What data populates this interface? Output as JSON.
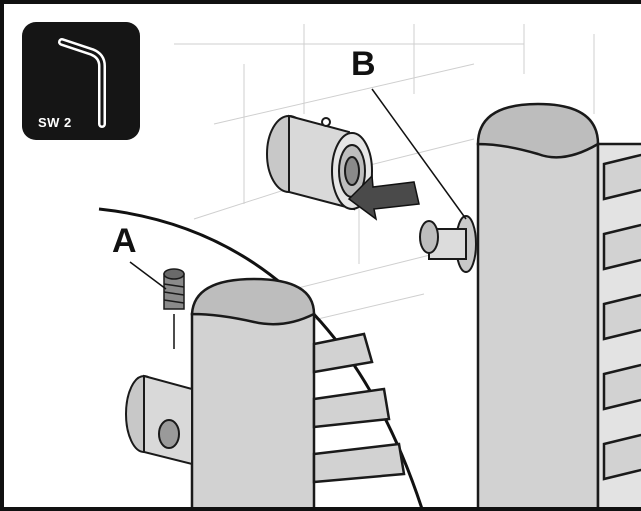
{
  "tool_badge": {
    "label": "SW 2",
    "icon": "allen-key-icon"
  },
  "callouts": {
    "a": "A",
    "b": "B"
  },
  "colors": {
    "rail_fill": "#d2d2d2",
    "rail_top": "#bdbdbd",
    "outline": "#1a1a1a",
    "tile_lines": "#c9c9c9",
    "badge_bg": "#151515"
  }
}
